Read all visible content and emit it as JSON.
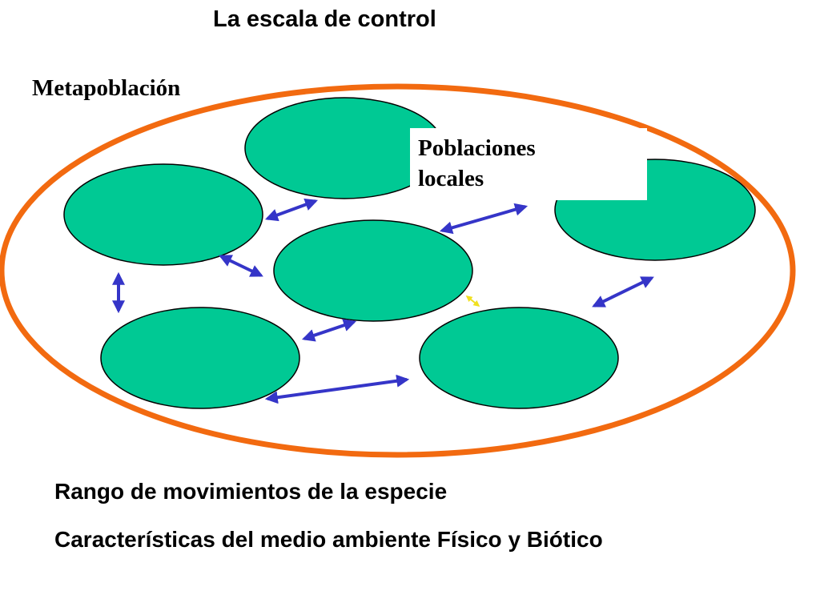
{
  "title": "La escala de control",
  "metapopulation_label": "Metapoblación",
  "local_populations_label": {
    "line1": "Poblaciones",
    "line2": "locales"
  },
  "factors": [
    "Rango de movimientos de la especie",
    "Características del medio ambiente Físico y Biótico"
  ],
  "colors": {
    "metapopulation_outline": "#f26a10",
    "population_fill": "#00c994",
    "population_stroke": "#000000",
    "dispersal_arrow": "#3535c8",
    "minor_arrow": "#f0e020"
  }
}
